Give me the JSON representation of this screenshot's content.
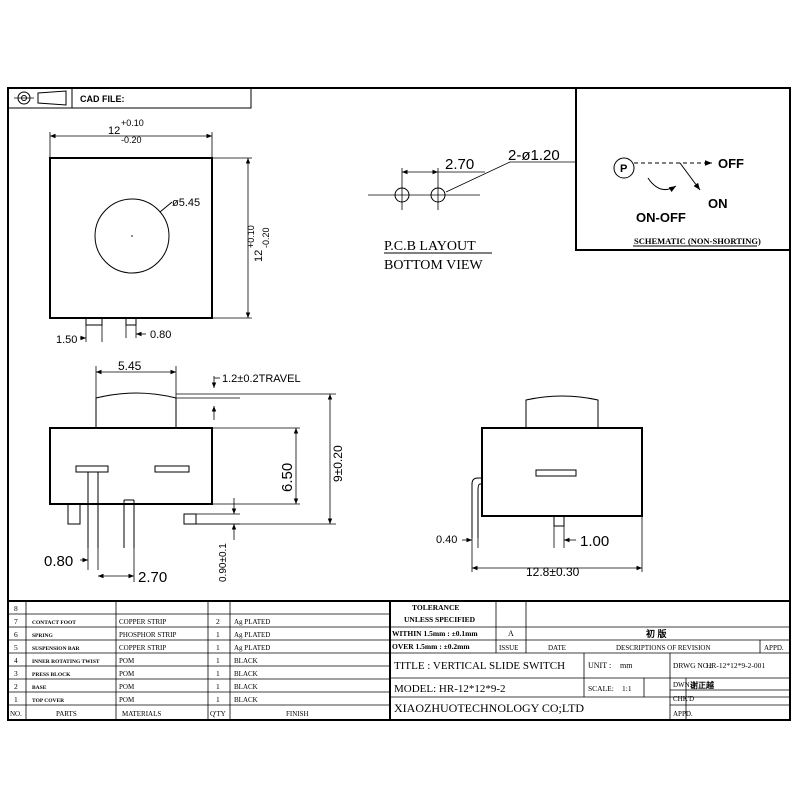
{
  "header": {
    "cad_label": "CAD FILE:"
  },
  "front_view": {
    "width_nominal": "12",
    "width_tol_plus": "+0.10",
    "width_tol_minus": "-0.20",
    "height_nominal": "12",
    "height_tol_plus": "+0.10",
    "height_tol_minus": "-0.20",
    "knob_dia": "ø5.45",
    "foot_left": "1.50",
    "foot_right": "0.80"
  },
  "pcb": {
    "pitch": "2.70",
    "holes": "2-ø1.20",
    "title1": "P.C.B LAYOUT",
    "title2": "BOTTOM VIEW"
  },
  "schematic": {
    "p": "P",
    "off": "OFF",
    "on": "ON",
    "on_off": "ON-OFF",
    "caption": "SCHEMATIC (NON-SHORTING)"
  },
  "side_view": {
    "knob_width": "5.45",
    "travel": "1.2±0.2TRAVEL",
    "body_height": "6.50",
    "total_height": "9±0.20",
    "pin_dia": "0.80",
    "pin_pitch": "2.70",
    "pin_length": "0.90±0.1"
  },
  "end_view": {
    "thickness": "0.40",
    "pin": "1.00",
    "width": "12.8±0.30"
  },
  "bom": {
    "rows": [
      {
        "no": "8",
        "part": "",
        "material": "",
        "qty": "",
        "finish": ""
      },
      {
        "no": "7",
        "part": "CONTACT FOOT",
        "material": "COPPER STRIP",
        "qty": "2",
        "finish": "Ag PLATED"
      },
      {
        "no": "6",
        "part": "SPRING",
        "material": "PHOSPHOR STRIP",
        "qty": "1",
        "finish": "Ag PLATED"
      },
      {
        "no": "5",
        "part": "SUSPENSION BAR",
        "material": "COPPER STRIP",
        "qty": "1",
        "finish": "Ag PLATED"
      },
      {
        "no": "4",
        "part": "INNER ROTATING TWIST",
        "material": "POM",
        "qty": "1",
        "finish": "BLACK"
      },
      {
        "no": "3",
        "part": "PRESS BLOCK",
        "material": "POM",
        "qty": "1",
        "finish": "BLACK"
      },
      {
        "no": "2",
        "part": "BASE",
        "material": "POM",
        "qty": "1",
        "finish": "BLACK"
      },
      {
        "no": "1",
        "part": "TOP COVER",
        "material": "POM",
        "qty": "1",
        "finish": "BLACK"
      }
    ],
    "header": {
      "no": "NO.",
      "parts": "PARTS",
      "materials": "MATERIALS",
      "qty": "Q'TY",
      "finish": "FINISH"
    }
  },
  "title_block": {
    "tolerance_label": "TOLERANCE",
    "unless": "UNLESS   SPECIFIED",
    "within": "WITHIN 1.5mm : ±0.1mm",
    "over": "OVER 1.5mm : ±0.2mm",
    "rev_a": "A",
    "issue": "ISSUE",
    "date": "DATE",
    "first_edition": "初  版",
    "desc_rev": "DESCRIPTIONS OF REVISION",
    "appd_top": "APPD.",
    "title": "TITLE :   VERTICAL SLIDE SWITCH",
    "unit_label": "UNIT :",
    "unit": "mm",
    "drwg_label": "DRWG NO.:",
    "drwg_no": "HR-12*12*9-2-001",
    "model": "MODEL:   HR-12*12*9-2",
    "scale_label": "SCALE:",
    "scale": "1:1",
    "dwn_label": "DWN.",
    "dwn_name": "谢正越",
    "chkd": "CHK'D",
    "company": "XIAOZHUOTECHNOLOGY  CO;LTD",
    "appd": "APPD."
  }
}
